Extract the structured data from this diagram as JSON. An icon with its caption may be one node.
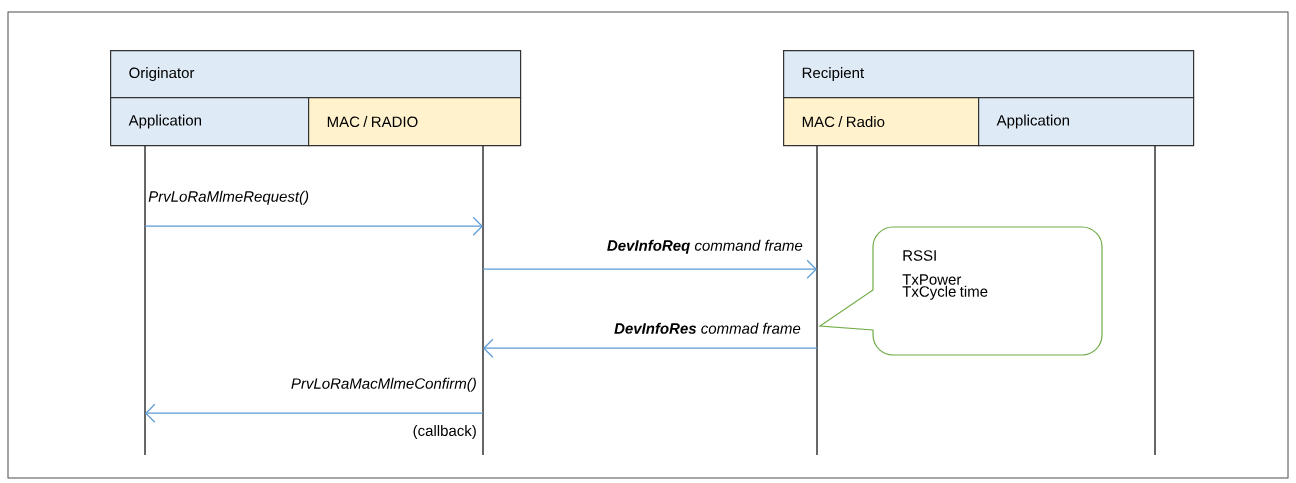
{
  "diagram": {
    "nodes": [
      {
        "text": [
          "Originator"
        ]
      },
      {
        "text": [
          "Application"
        ]
      },
      {
        "text": [
          "MAC / RADIO"
        ]
      },
      {
        "text": [
          "Recipient"
        ]
      },
      {
        "text": [
          "MAC / Radio"
        ]
      },
      {
        "text": [
          "Application"
        ]
      },
      {
        "text": [
          "RSSI",
          "TxPower",
          "TxCycle time"
        ]
      }
    ],
    "edges": [
      {
        "from": 1,
        "to": 2,
        "arrow": "to",
        "label": "PrvLoRaMlmeRequest()"
      },
      {
        "from": 2,
        "to": 4,
        "arrow": "to",
        "label": "**DevInfoReq** command frame"
      },
      {
        "from": 4,
        "to": 2,
        "arrow": "to",
        "label": "**DevInfoRes** commad frame"
      },
      {
        "from": 2,
        "to": 1,
        "arrow": "to",
        "label": "PrvLoRaMacMlmeConfirm()"
      }
    ],
    "labels": [
      "(callback)"
    ]
  }
}
